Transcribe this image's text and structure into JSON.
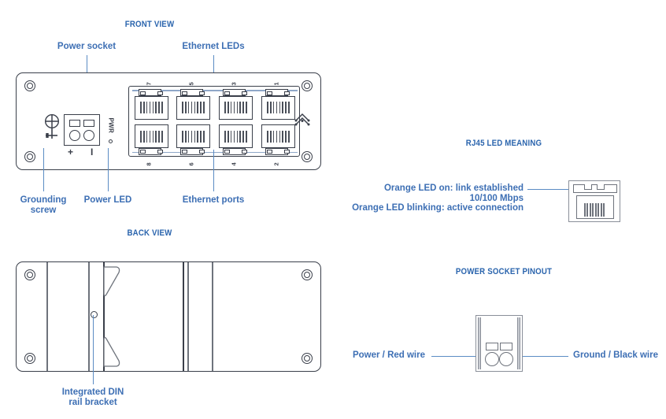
{
  "theme": {
    "heading_color": "#2a64ad",
    "label_color": "#3d6fb4",
    "leader_color": "#5b8cc4",
    "outline_color": "#3a3f4a",
    "light_outline_color": "#8a8f99",
    "page_background": "#ffffff"
  },
  "sections": {
    "front_view": {
      "title": "FRONT VIEW"
    },
    "back_view": {
      "title": "BACK VIEW"
    },
    "rj45_led": {
      "title": "RJ45 LED MEANING"
    },
    "power_pinout": {
      "title": "POWER SOCKET PINOUT"
    }
  },
  "front_callouts": {
    "power_socket": "Power socket",
    "ethernet_leds": "Ethernet LEDs",
    "grounding_screw_line1": "Grounding",
    "grounding_screw_line2": "screw",
    "power_led": "Power LED",
    "ethernet_ports": "Ethernet ports"
  },
  "back_callouts": {
    "din_rail_line1": "Integrated DIN",
    "din_rail_line2": "rail bracket"
  },
  "rj45_led_text": {
    "line1": "Orange LED on: link established",
    "line2": "10/100 Mbps",
    "line3": "Orange LED blinking: active connection"
  },
  "power_pinout_labels": {
    "left": "Power / Red wire",
    "right": "Ground / Black wire"
  },
  "faceplate": {
    "pwr_label": "PWR",
    "polarity_plus": "+",
    "polarity_minus": "I",
    "ports_top_row": [
      "7",
      "5",
      "3",
      "1"
    ],
    "ports_bottom_row": [
      "8",
      "6",
      "4",
      "2"
    ]
  },
  "icons": {
    "brand_logo": "teltonika-chevron-logo",
    "ground_symbol": "earth-ground-symbol",
    "ground_screw": "phillips-screw-icon",
    "pwr_led": "power-led-indicator"
  }
}
